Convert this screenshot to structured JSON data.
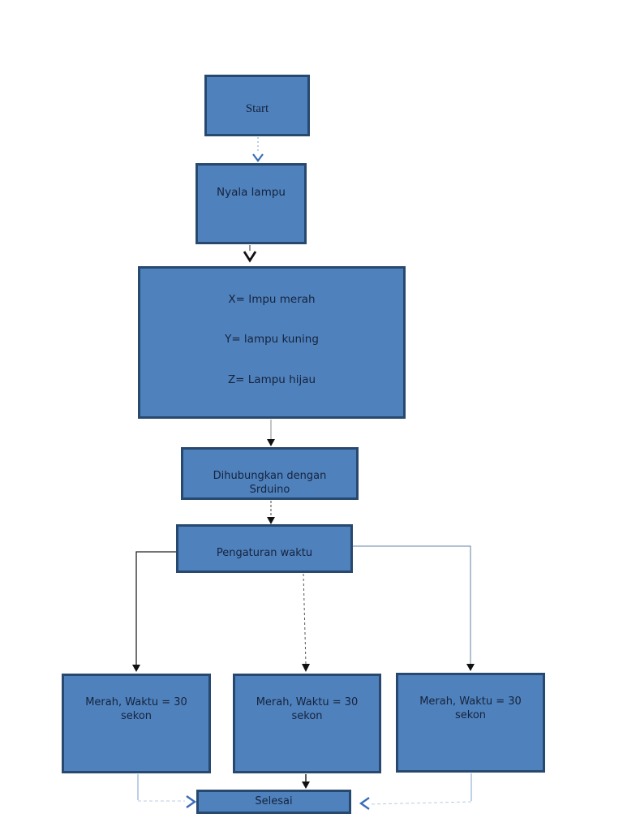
{
  "page": {
    "background_color": "#ffffff"
  },
  "flowchart": {
    "colors": {
      "node_fill": "#4f81bd",
      "node_border": "#27496f",
      "text": "#16243c",
      "arrow_dark": "#111111",
      "arrow_blue": "#3a6db8",
      "line_light_blue": "#9ab7d9"
    },
    "nodes": {
      "start": {
        "label": "Start"
      },
      "nyala_lampu": {
        "label": "Nyala lampu"
      },
      "variabel": {
        "line1": "X= Impu merah",
        "line2": "Y= lampu kuning",
        "line3": "Z= Lampu hijau"
      },
      "dihubungkan": {
        "label": "Dihubungkan dengan\nSrduino"
      },
      "pengaturan": {
        "label": "Pengaturan waktu"
      },
      "merah_left": {
        "label": "Merah, Waktu = 30\nsekon"
      },
      "merah_mid": {
        "label": "Merah, Waktu = 30\nsekon"
      },
      "merah_right": {
        "label": "Merah, Waktu = 30\nsekon"
      },
      "selesai": {
        "label": "Selesai"
      }
    }
  }
}
